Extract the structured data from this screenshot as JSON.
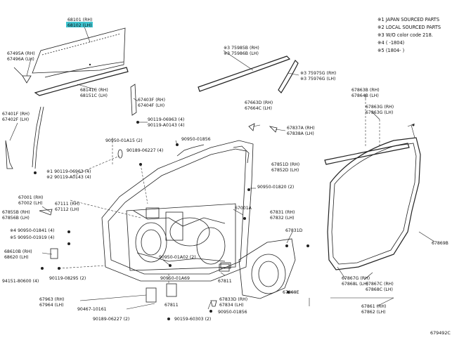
{
  "notes": [
    "※1 JAPAN SOURCED PARTS",
    "※2 LOCAL SOURCED PARTS",
    "※3 W/O color code 218.",
    "※4 (      -1804)",
    "※5 (1804-      )"
  ],
  "highlight_color": "#3ec3cf",
  "highlighted_part": "68102 (LH)",
  "diagram_code": "679492C",
  "labels": {
    "p68101": "68101 (RH)",
    "p68102": "68102 (LH)",
    "p67495": "67495A (RH)",
    "p67496": "67496A (LH)",
    "p75985": "※3  75985B (RH)",
    "p75986": "※3  75986B (LH)",
    "p75975": "※3  75975G (RH)",
    "p75976": "※3  75976G (LH)",
    "p68141": "68141C (RH)",
    "p68151": "68151C (LH)",
    "p67403": "67403F (RH)",
    "p67404": "67404F (LH)",
    "p90119a": "90119-06963 (4)",
    "p90119b": "90119-A0143 (4)",
    "p67401": "67401F (RH)",
    "p67402": "67402F (LH)",
    "p90950a": "90950-01A15 (2)",
    "p90189a": "90189-06227 (4)",
    "p90950b": "90950-01856",
    "p67663": "67663D (RH)",
    "p67664": "67664C (LH)",
    "p67863b": "67863B (RH)",
    "p67864b": "67864B (LH)",
    "p67863g": "67863G (RH)",
    "p67863g2": "67863G (LH)",
    "p67837": "67837A (RH)",
    "p67838": "67838A (LH)",
    "p90119c": "※1  90119-06963 (4)",
    "p90119d": "※2  90119-A0143 (4)",
    "p67851": "67851D (RH)",
    "p67852": "67852D (LH)",
    "p90950c": "90950-01820 (2)",
    "p67001": "67001 (RH)",
    "p67002": "67002 (LH)",
    "p67111": "67111 (RH)",
    "p67112": "67112 (LH)",
    "p67855": "67855B (RH)",
    "p67856": "67856B (LH)",
    "p67001a": "67001A",
    "p67831": "67831 (RH)",
    "p67832": "67832 (LH)",
    "p90950d": "※4  90950-01841 (4)",
    "p90950e": "※5  90950-01919 (4)",
    "p67831d": "67831D",
    "p68610": "68610B (RH)",
    "p68620": "68620 (LH)",
    "p90950f": "90950-01A02 (2)",
    "p90119e": "90119-08295 (2)",
    "p94151": "94151-80600 (4)",
    "p67811": "67811",
    "p67811b": "67811",
    "p90950g": "90950-01A69",
    "p67869": "67869B",
    "p67869e": "67869E",
    "p67867g": "67867G (RH)",
    "p67868l": "67868L (LH)",
    "p67867c": "67867C (RH)",
    "p67868c": "67868C (LH)",
    "p67963": "67963 (RH)",
    "p67964": "67964 (LH)",
    "p90467": "90467-10161",
    "p90189b": "90189-06227 (2)",
    "p90159": "90159-60303 (2)",
    "p67833": "67833D (RH)",
    "p67834": "67834 (LH)",
    "p90950h": "90950-01856",
    "p67861": "67861 (RH)",
    "p67862": "67862 (LH)"
  }
}
